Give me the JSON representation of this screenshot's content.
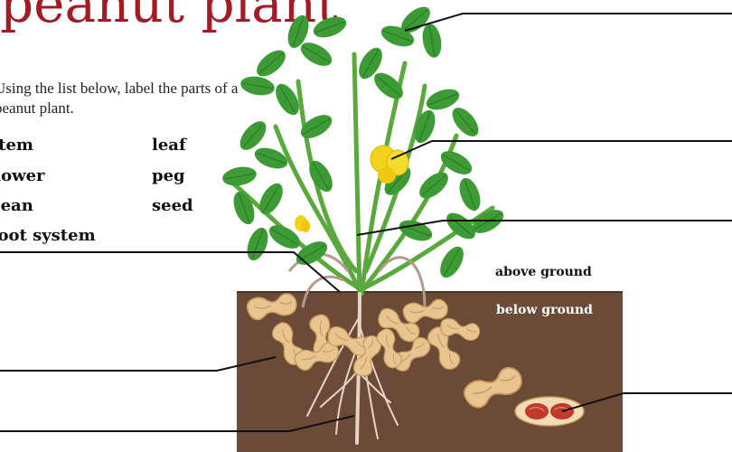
{
  "title": "peanut plant",
  "instructions": "Using the list below, label the parts of a peanut plant.",
  "word_list": {
    "stem": "stem",
    "flower": "flower",
    "bean": "bean",
    "root_system": "root system",
    "leaf": "leaf",
    "peg": "peg",
    "seed": "seed"
  },
  "ground": {
    "above": "above ground",
    "below": "below ground"
  },
  "colors": {
    "title": "#a31b25",
    "soil": "#6b4a37",
    "leaf": "#3d9b35",
    "flower": "#f3d21b",
    "shell": "#e8c48f",
    "seed": "#c0392b"
  }
}
